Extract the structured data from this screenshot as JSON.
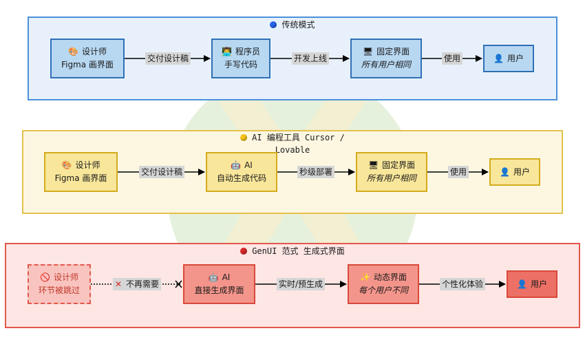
{
  "colors": {
    "blue_panel_bg": "#e8f1fb",
    "blue_panel_border": "#4a90d9",
    "blue_node_bg": "#b8d8f2",
    "blue_node_border": "#2e6fb6",
    "yellow_panel_bg": "#fdf7e2",
    "yellow_panel_border": "#e4c24a",
    "yellow_node_bg": "#f8e69a",
    "yellow_node_border": "#d4ab1c",
    "red_panel_bg": "#fde6e4",
    "red_panel_border": "#e2574c",
    "red_node_bg": "#f4958b",
    "red_node_border": "#d9483b",
    "label_bg": "#d6d6d6"
  },
  "panels": {
    "traditional": {
      "icon": "blue-circle-icon",
      "title": "传统模式",
      "nodes": {
        "designer": {
          "icon": "palette-icon",
          "line1": "设计师",
          "line2": "Figma 画界面"
        },
        "programmer": {
          "icon": "technologist-icon",
          "line1": "程序员",
          "line2": "手写代码"
        },
        "fixed_ui": {
          "icon": "desktop-icon",
          "line1": "固定界面",
          "line2": "所有用户相同"
        },
        "user": {
          "icon": "user-icon",
          "line1": "用户"
        }
      },
      "edges": [
        "交付设计稿",
        "开发上线",
        "使用"
      ]
    },
    "ai_tools": {
      "icon": "yellow-circle-icon",
      "title_line1": "AI 编程工具 Cursor /",
      "title_line2": "Lovable",
      "nodes": {
        "designer": {
          "icon": "palette-icon",
          "line1": "设计师",
          "line2": "Figma 画界面"
        },
        "ai": {
          "icon": "robot-icon",
          "line1": "AI",
          "line2": "自动生成代码"
        },
        "fixed_ui": {
          "icon": "desktop-icon",
          "line1": "固定界面",
          "line2": "所有用户相同"
        },
        "user": {
          "icon": "user-icon",
          "line1": "用户"
        }
      },
      "edges": [
        "交付设计稿",
        "秒级部署",
        "使用"
      ]
    },
    "genui": {
      "icon": "red-circle-icon",
      "title": "GenUI 范式 生成式界面",
      "nodes": {
        "designer": {
          "icon": "prohibited-icon",
          "line1": "设计师",
          "line2": "环节被跳过"
        },
        "ai": {
          "icon": "robot-icon",
          "line1": "AI",
          "line2": "直接生成界面"
        },
        "dynamic_ui": {
          "icon": "sparkles-icon",
          "line1": "动态界面",
          "line2": "每个用户不同"
        },
        "user": {
          "icon": "user-icon",
          "line1": "用户"
        }
      },
      "edges": [
        "不再需要",
        "实时/预生成",
        "个性化体验"
      ]
    }
  }
}
